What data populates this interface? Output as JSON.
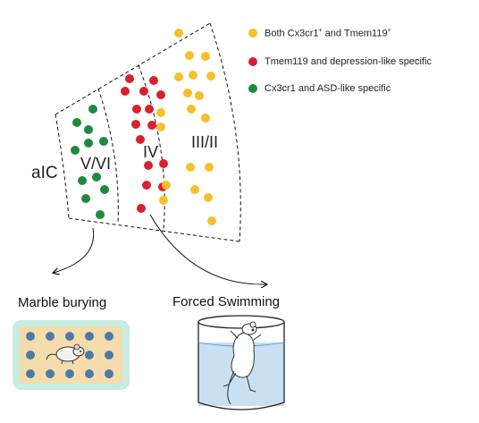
{
  "colors": {
    "both": "#f5c02a",
    "tmem": "#d9202f",
    "cx3": "#1f8a3c",
    "marble_bg": "#f4dcae",
    "marble_frame": "#c8ecdf",
    "marble_dot": "#4c7aa8",
    "water": "#c9dff2"
  },
  "legend": [
    {
      "key": "both",
      "text": "Both Cx3cr1",
      "sup1": "+",
      "mid": " and Tmem119",
      "sup2": "+"
    },
    {
      "key": "tmem",
      "text": "Tmem119 and depression-like specific",
      "sup1": "",
      "mid": "",
      "sup2": ""
    },
    {
      "key": "cx3",
      "text": "Cx3cr1 and ASD-like specific",
      "sup1": "",
      "mid": "",
      "sup2": ""
    }
  ],
  "region_label": "aIC",
  "layers": {
    "v_vi": "V/VI",
    "iv": "IV",
    "iii_ii": "III/II"
  },
  "tests": {
    "marble": "Marble burying",
    "forced_swim": "Forced Swimming"
  },
  "icons": {
    "mouse": "mouse-icon",
    "rat": "rat-icon",
    "beaker": "beaker-icon"
  }
}
